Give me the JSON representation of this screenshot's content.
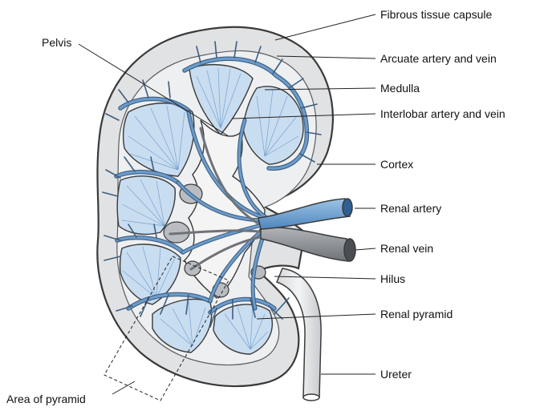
{
  "labels": {
    "fibrous_capsule": "Fibrous tissue capsule",
    "pelvis": "Pelvis",
    "arcuate": "Arcuate artery and vein",
    "medulla": "Medulla",
    "interlobar": "Interlobar artery and vein",
    "cortex": "Cortex",
    "renal_artery": "Renal artery",
    "renal_vein": "Renal vein",
    "hilus": "Hilus",
    "renal_pyramid": "Renal pyramid",
    "ureter": "Ureter",
    "area_of_pyramid": "Area of pyramid"
  },
  "colors": {
    "cortex_fill": "#e1e2e4",
    "outline": "#3a3a3a",
    "pyramid_fill": "#c9ddf0",
    "vessel_blue": "#6c9ccc",
    "vessel_dark": "#3d5e80",
    "vein_grey": "#8f9298",
    "pelvis_fill": "#f4f4f4",
    "ureter_fill": "#e9eaec"
  }
}
